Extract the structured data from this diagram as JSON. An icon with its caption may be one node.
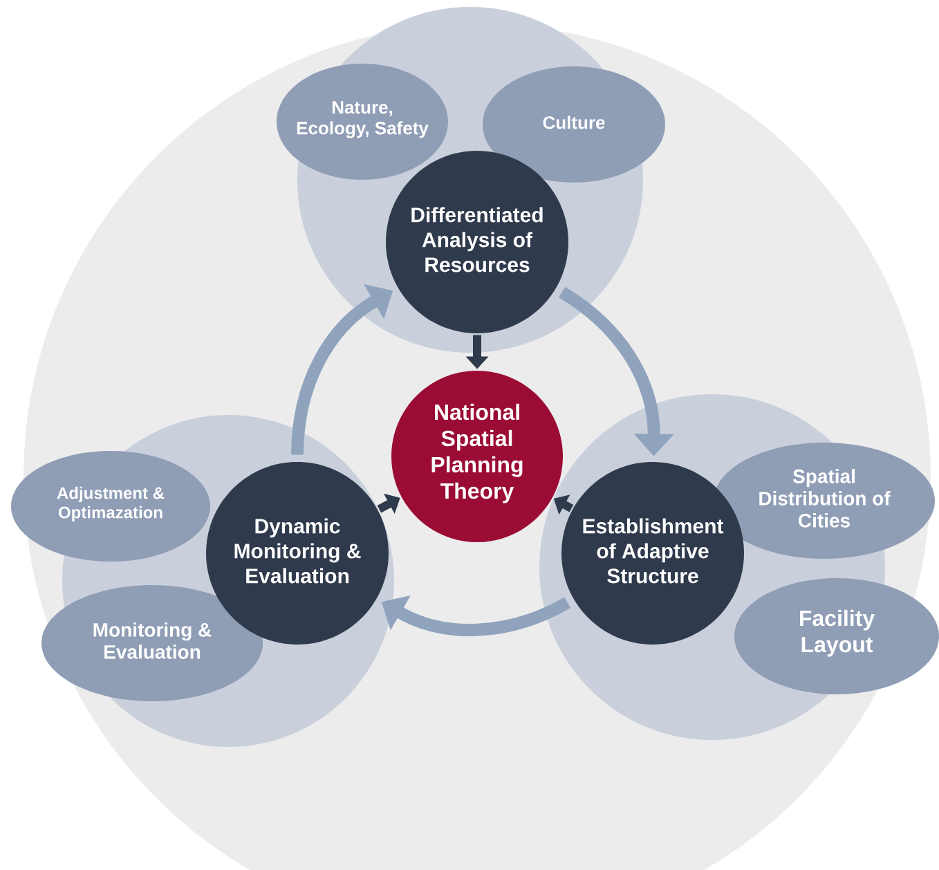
{
  "diagram": {
    "nodes": [
      {
        "text": [
          "Nature, Ecology, Safety"
        ]
      },
      {
        "text": [
          "Culture"
        ]
      },
      {
        "text": [
          "Differentiated Analysis of Resources"
        ]
      },
      {
        "text": [
          "National Spatial Planning Theory"
        ]
      },
      {
        "text": [
          "Adjustment & Optimazation"
        ]
      },
      {
        "text": [
          "Spatial Distribution of Cities"
        ]
      },
      {
        "text": [
          "Dynamic Monitoring & Evaluation"
        ]
      },
      {
        "text": [
          "Establishment of Adaptive Structure"
        ]
      },
      {
        "text": [
          "Monitoring & Evaluation"
        ]
      },
      {
        "text": [
          "Facility Layout"
        ]
      }
    ],
    "edges": [
      {
        "from": 2,
        "to": 7,
        "arrow": "to",
        "color": "#8fa3bd"
      },
      {
        "from": 7,
        "to": 6,
        "arrow": "to",
        "color": "#8fa3bd"
      },
      {
        "from": 6,
        "to": 2,
        "arrow": "to",
        "color": "#8fa3bd"
      },
      {
        "from": 2,
        "to": 3,
        "arrow": "to",
        "color": "#2f3a4c"
      },
      {
        "from": 6,
        "to": 3,
        "arrow": "to",
        "color": "#2f3a4c"
      },
      {
        "from": 7,
        "to": 3,
        "arrow": "to",
        "color": "#2f3a4c"
      }
    ]
  }
}
